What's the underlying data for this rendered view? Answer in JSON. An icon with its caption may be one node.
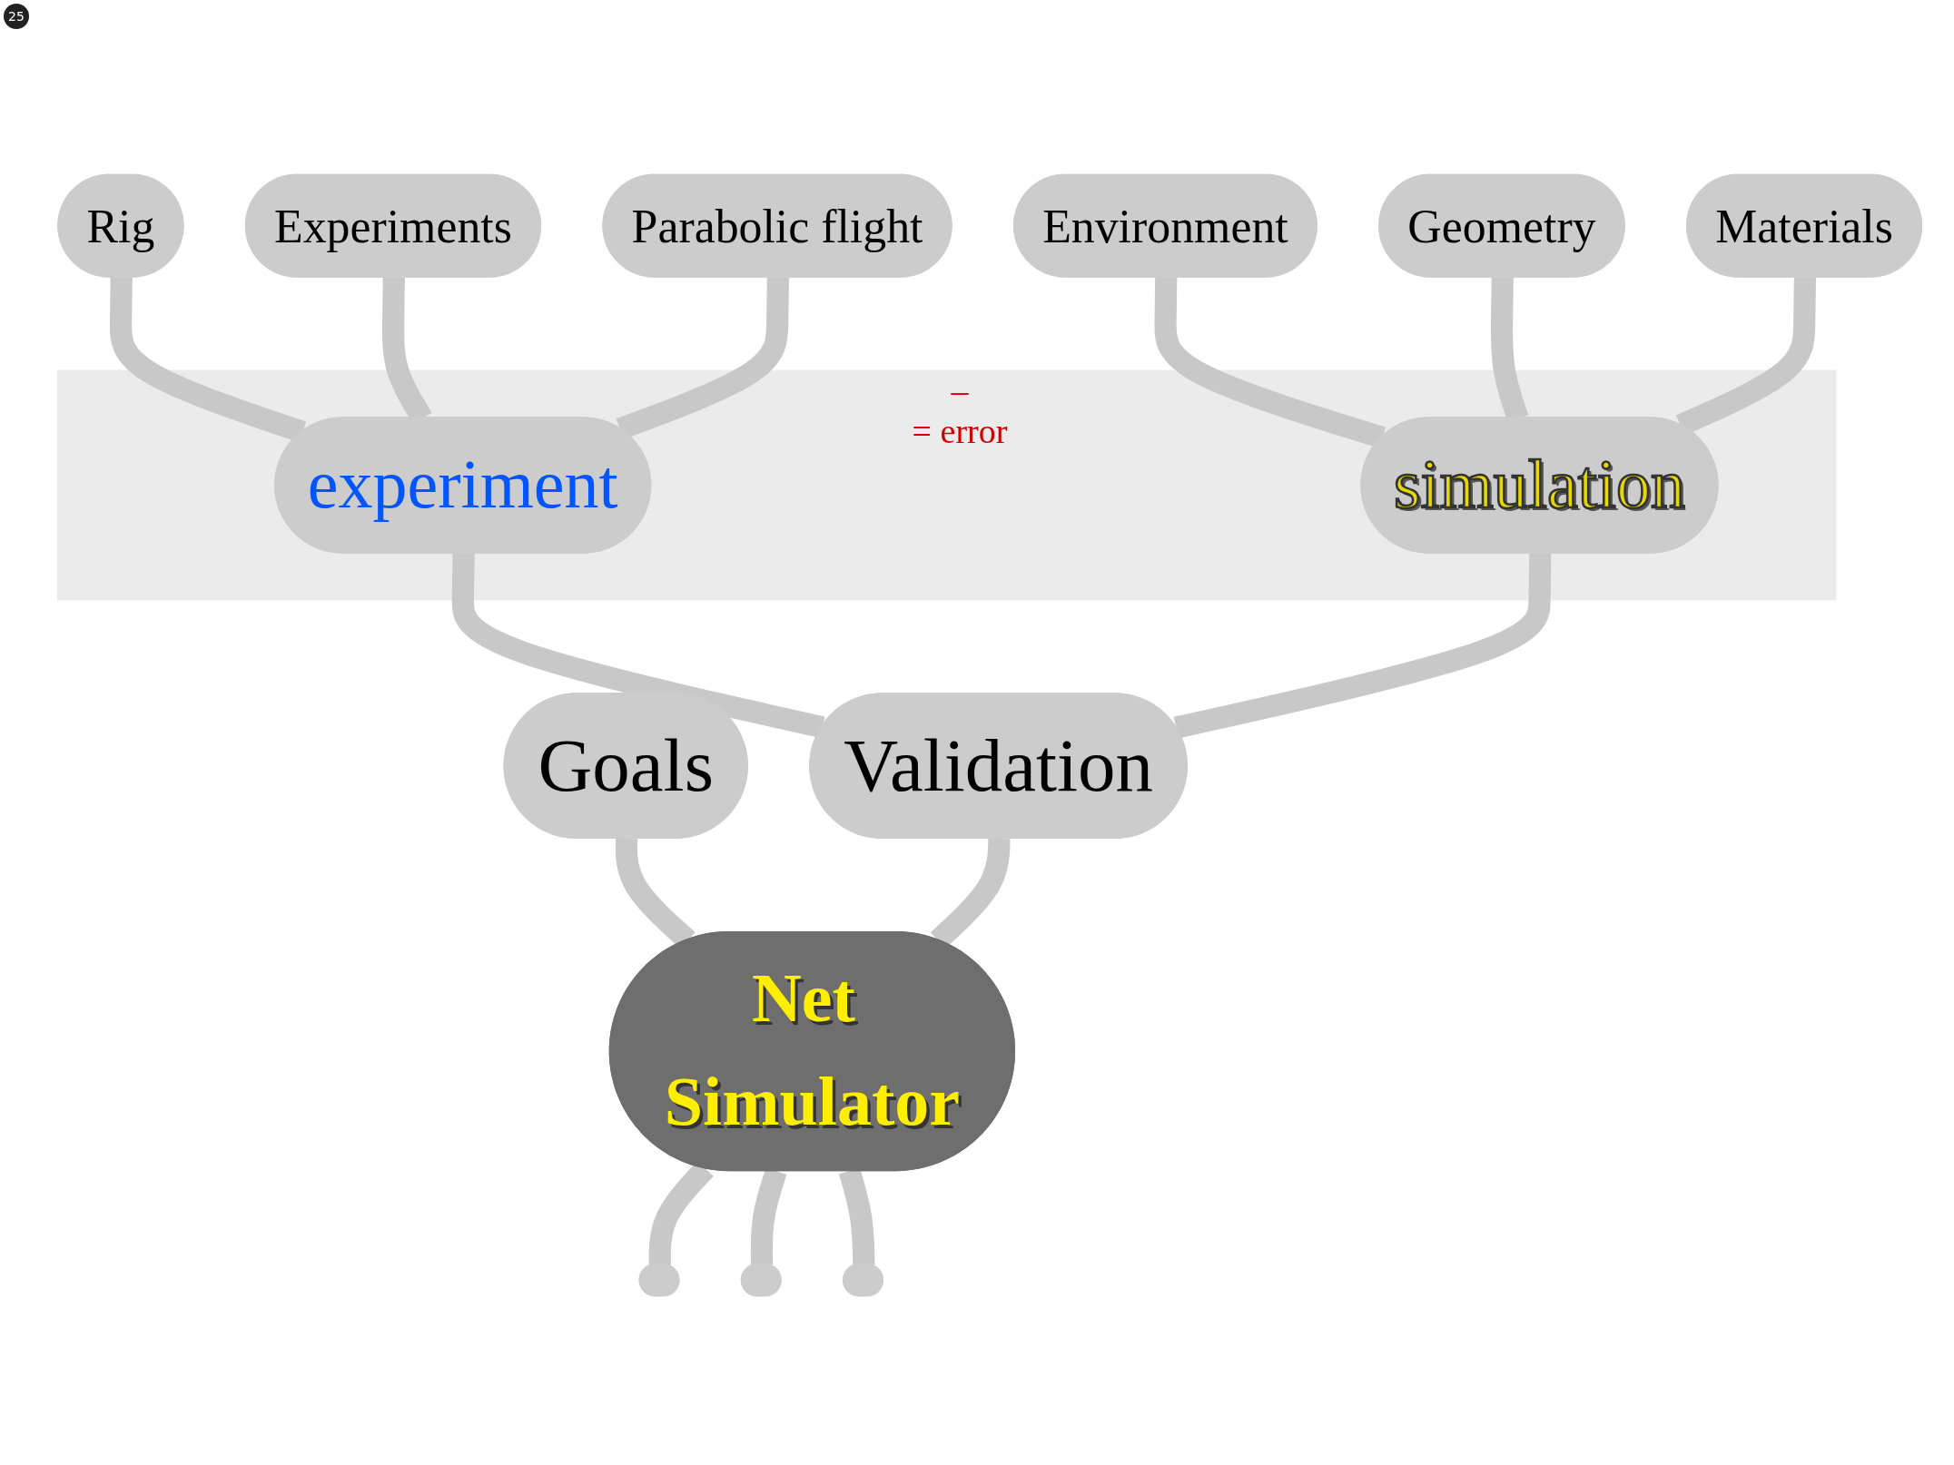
{
  "diagram": {
    "nodes": [
      {
        "text": [
          "Rig"
        ]
      },
      {
        "text": [
          "Experiments"
        ]
      },
      {
        "text": [
          "Environment"
        ]
      },
      {
        "text": [
          "Geometry"
        ]
      },
      {
        "text": [
          "Parabolic flight"
        ]
      },
      {
        "text": [
          "–",
          "= error"
        ]
      },
      {
        "text": [
          "experiment"
        ],
        "in": 5
      },
      {
        "text": [
          "simulation"
        ],
        "in": 5
      },
      {
        "text": [
          "Materials"
        ]
      },
      {
        "text": [
          "Goals"
        ]
      },
      {
        "text": [
          "Validation"
        ]
      },
      {
        "text": [
          "Net Simulator"
        ]
      },
      {
        "text": [],
        "shape": "ellipse"
      },
      {
        "text": [],
        "shape": "ellipse"
      },
      {
        "text": [],
        "shape": "ellipse"
      }
    ],
    "edges": [
      {
        "from": 0,
        "to": 6,
        "arrow": "none"
      },
      {
        "from": 1,
        "to": 6,
        "arrow": "none"
      },
      {
        "from": 4,
        "to": 6,
        "arrow": "none"
      },
      {
        "from": 2,
        "to": 7,
        "arrow": "none"
      },
      {
        "from": 3,
        "to": 7,
        "arrow": "none"
      },
      {
        "from": 8,
        "to": 7,
        "arrow": "none"
      },
      {
        "from": 6,
        "to": 10,
        "arrow": "none"
      },
      {
        "from": 7,
        "to": 10,
        "arrow": "none"
      },
      {
        "from": 9,
        "to": 11,
        "arrow": "none"
      },
      {
        "from": 10,
        "to": 11,
        "arrow": "none"
      },
      {
        "from": 11,
        "to": 12,
        "arrow": "none"
      },
      {
        "from": 11,
        "to": 13,
        "arrow": "none"
      },
      {
        "from": 11,
        "to": 14,
        "arrow": "none"
      }
    ],
    "labels": [
      "25"
    ]
  }
}
